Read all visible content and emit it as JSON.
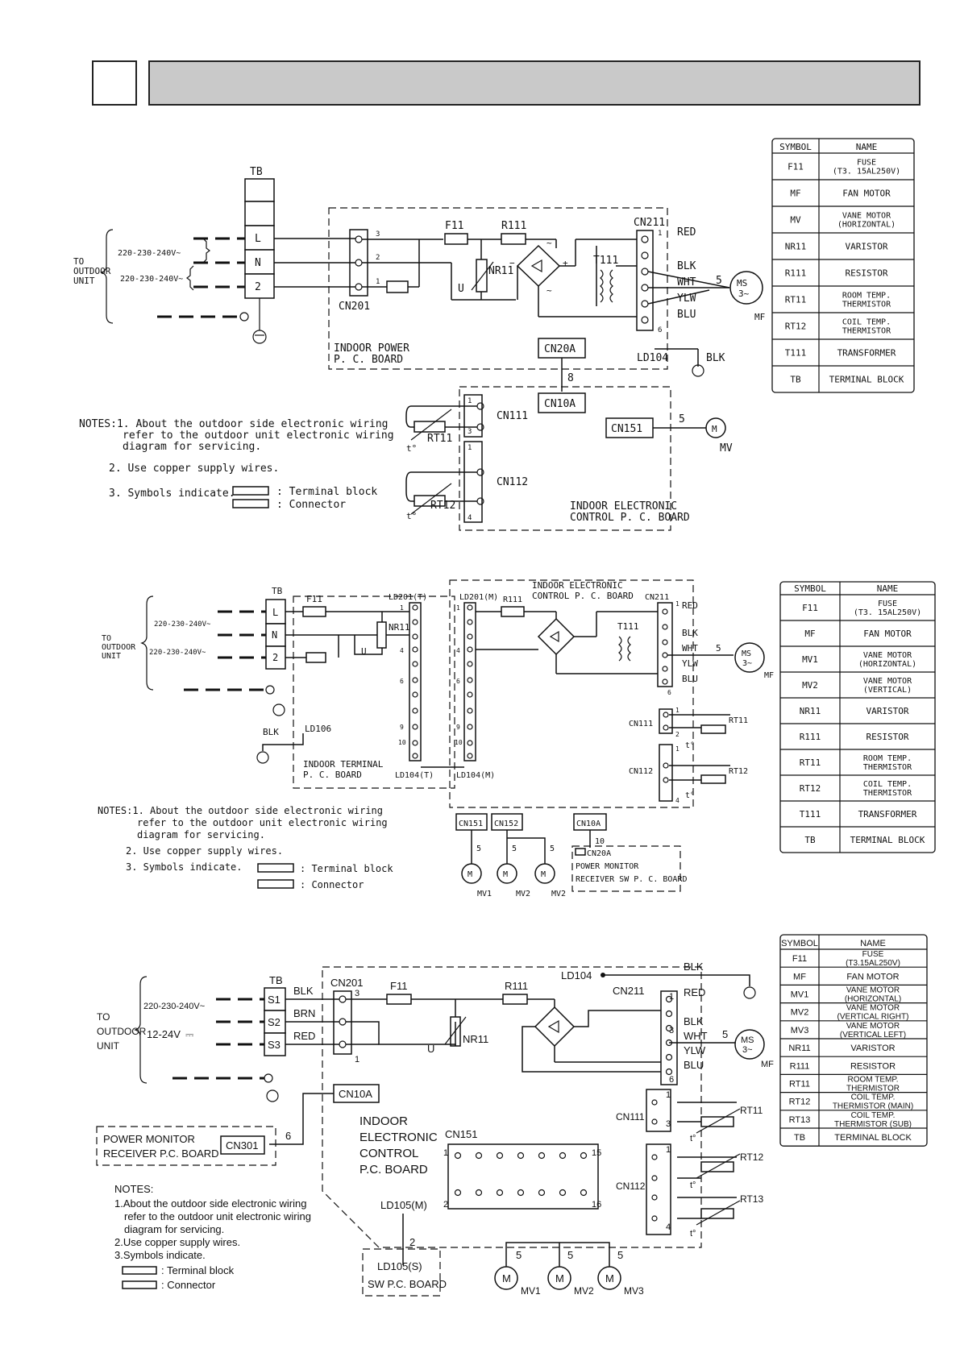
{
  "header": {
    "section_number": "",
    "title": ""
  },
  "diagram1": {
    "tb_label": "TB",
    "terminals": [
      "L",
      "N",
      "2"
    ],
    "to_outdoor_unit": [
      "TO",
      "OUTDOOR",
      "UNIT"
    ],
    "voltage_1": "220-230-240V~",
    "voltage_2": "220-230-240V~",
    "cn201": "CN201",
    "cn201_pins": [
      "3",
      "2",
      "1"
    ],
    "f11": "F11",
    "r111": "R111",
    "nr11": "NR11",
    "u": "U",
    "t111": "T111",
    "cn211": "CN211",
    "cn211_pins": [
      "1",
      "6"
    ],
    "wire_colors": [
      "RED",
      "BLK",
      "WHT",
      "YLW",
      "BLU"
    ],
    "five": "5",
    "ms": [
      "MS",
      "3~"
    ],
    "mf": "MF",
    "board_power": [
      "INDOOR POWER",
      "P. C. BOARD"
    ],
    "cn20a": "CN20A",
    "eight": "8",
    "ld104": "LD104",
    "blk": "BLK",
    "cn10a": "CN10A",
    "cn111": "CN111",
    "cn111_pins": [
      "1",
      "3"
    ],
    "rt11": "RT11",
    "t_deg": "t°",
    "cn151": "CN151",
    "m": "M",
    "mv": "MV",
    "cn112": "CN112",
    "cn112_pins": [
      "1",
      "4"
    ],
    "rt12": "RT12",
    "board_control": [
      "INDOOR ELECTRONIC",
      "CONTROL P. C. BOARD"
    ],
    "notes": [
      "NOTES:1. About the outdoor side electronic wiring",
      "refer to the outdoor unit electronic wiring",
      "diagram for servicing.",
      "2. Use copper supply wires.",
      "3. Symbols indicate."
    ],
    "legend": [
      ": Terminal block",
      ": Connector"
    ],
    "table": {
      "headers": [
        "SYMBOL",
        "NAME"
      ],
      "rows": [
        {
          "symbol": "F11",
          "name": [
            "FUSE",
            "(T3. 15AL250V)"
          ]
        },
        {
          "symbol": "MF",
          "name": [
            "FAN MOTOR"
          ]
        },
        {
          "symbol": "MV",
          "name": [
            "VANE MOTOR",
            "(HORIZONTAL)"
          ]
        },
        {
          "symbol": "NR11",
          "name": [
            "VARISTOR"
          ]
        },
        {
          "symbol": "R111",
          "name": [
            "RESISTOR"
          ]
        },
        {
          "symbol": "RT11",
          "name": [
            "ROOM TEMP.",
            "THERMISTOR"
          ]
        },
        {
          "symbol": "RT12",
          "name": [
            "COIL TEMP.",
            "THERMISTOR"
          ]
        },
        {
          "symbol": "T111",
          "name": [
            "TRANSFORMER"
          ]
        },
        {
          "symbol": "TB",
          "name": [
            "TERMINAL BLOCK"
          ]
        }
      ]
    }
  },
  "diagram2": {
    "tb_label": "TB",
    "terminals": [
      "L",
      "N",
      "2"
    ],
    "to_outdoor_unit": [
      "TO",
      "OUTDOOR",
      "UNIT"
    ],
    "voltage_1": "220-230-240V~",
    "voltage_2": "220-230-240V~",
    "f11": "F11",
    "nr11": "NR11",
    "u": "U",
    "ld201t": "LD201(T)",
    "ld201m": "LD201(M)",
    "r111": "R111",
    "board_control": [
      "INDOOR ELECTRONIC",
      "CONTROL P. C. BOARD"
    ],
    "cn211": "CN211",
    "t111": "T111",
    "pin_labels": [
      "1",
      "4",
      "6",
      "9",
      "10"
    ],
    "wire_colors": [
      "RED",
      "BLK",
      "WHT",
      "YLW",
      "BLU"
    ],
    "five": "5",
    "ms": [
      "MS",
      "3~"
    ],
    "mf": "MF",
    "cn211_pins": [
      "1",
      "6"
    ],
    "cn111": "CN111",
    "cn111_pins": [
      "1",
      "2"
    ],
    "rt11": "RT11",
    "cn112": "CN112",
    "cn112_pins": [
      "1",
      "4"
    ],
    "rt12": "RT12",
    "t_deg": "t°",
    "blk": "BLK",
    "ld106": "LD106",
    "board_terminal": [
      "INDOOR TERMINAL",
      "P. C. BOARD"
    ],
    "ld104t": "LD104(T)",
    "ld104m": "LD104(M)",
    "connectors": [
      "CN151",
      "CN152",
      "CN10A"
    ],
    "fives": [
      "5",
      "5",
      "5"
    ],
    "ten": "10",
    "m": "M",
    "motors": [
      "MV1",
      "MV2",
      "MV2"
    ],
    "cn20a": "CN20A",
    "receiver_board": [
      "POWER MONITOR",
      "RECEIVER SW P. C. BOARD"
    ],
    "notes": [
      "NOTES:1. About the outdoor side electronic wiring",
      "refer to the outdoor unit electronic wiring",
      "diagram for servicing.",
      "2. Use copper supply wires.",
      "3. Symbols indicate."
    ],
    "legend": [
      ": Terminal block",
      ": Connector"
    ],
    "table": {
      "headers": [
        "SYMBOL",
        "NAME"
      ],
      "rows": [
        {
          "symbol": "F11",
          "name": [
            "FUSE",
            "(T3. 15AL250V)"
          ]
        },
        {
          "symbol": "MF",
          "name": [
            "FAN MOTOR"
          ]
        },
        {
          "symbol": "MV1",
          "name": [
            "VANE MOTOR",
            "(HORIZONTAL)"
          ]
        },
        {
          "symbol": "MV2",
          "name": [
            "VANE MOTOR",
            "(VERTICAL)"
          ]
        },
        {
          "symbol": "NR11",
          "name": [
            "VARISTOR"
          ]
        },
        {
          "symbol": "R111",
          "name": [
            "RESISTOR"
          ]
        },
        {
          "symbol": "RT11",
          "name": [
            "ROOM TEMP.",
            "THERMISTOR"
          ]
        },
        {
          "symbol": "RT12",
          "name": [
            "COIL TEMP.",
            "THERMISTOR"
          ]
        },
        {
          "symbol": "T111",
          "name": [
            "TRANSFORMER"
          ]
        },
        {
          "symbol": "TB",
          "name": [
            "TERMINAL BLOCK"
          ]
        }
      ]
    }
  },
  "diagram3": {
    "tb_label": "TB",
    "terminals": [
      "S1",
      "S2",
      "S3"
    ],
    "terminal_wires": [
      "BLK",
      "BRN",
      "RED"
    ],
    "to_outdoor_unit": [
      "TO",
      "OUTDOOR",
      "UNIT"
    ],
    "voltage_ac": "220-230-240V~",
    "voltage_dc": "12-24V",
    "dc_symbol": "⎓",
    "cn201": "CN201",
    "cn201_pins": [
      "3",
      "1"
    ],
    "f11": "F11",
    "r111": "R111",
    "nr11": "NR11",
    "u": "U",
    "ld104": "LD104",
    "blk": "BLK",
    "cn211": "CN211",
    "cn211_pins": [
      "1",
      "3",
      "6"
    ],
    "wire_colors": [
      "RED",
      "BLK",
      "WHT",
      "YLW",
      "BLU"
    ],
    "five": "5",
    "ms": [
      "MS",
      "3~"
    ],
    "mf": "MF",
    "cn10a": "CN10A",
    "six": "6",
    "cn301": "CN301",
    "receiver_board": [
      "POWER MONITOR",
      "RECEIVER P.C. BOARD"
    ],
    "board_control": [
      "INDOOR",
      "ELECTRONIC",
      "CONTROL",
      "P.C. BOARD"
    ],
    "cn151": "CN151",
    "cn151_pins": [
      "1",
      "15",
      "2",
      "16"
    ],
    "cn111": "CN111",
    "cn111_pins": [
      "1",
      "3"
    ],
    "rt11": "RT11",
    "cn112": "CN112",
    "cn112_pins": [
      "1",
      "4"
    ],
    "rt12": "RT12",
    "rt13": "RT13",
    "t_deg": "t°",
    "ld105m": "LD105(M)",
    "two": "2",
    "ld105s": "LD105(S)",
    "sw_board": "SW P.C. BOARD",
    "fives": [
      "5",
      "5",
      "5"
    ],
    "m": "M",
    "motors": [
      "MV1",
      "MV2",
      "MV3"
    ],
    "notes": [
      "NOTES:",
      "1.About the outdoor side electronic wiring",
      "refer to the outdoor unit electronic wiring",
      "diagram for servicing.",
      "2.Use copper supply wires.",
      "3.Symbols indicate."
    ],
    "legend": [
      ": Terminal block",
      ": Connector"
    ],
    "table": {
      "headers": [
        "SYMBOL",
        "NAME"
      ],
      "rows": [
        {
          "symbol": "F11",
          "name": [
            "FUSE",
            "(T3.15AL250V)"
          ]
        },
        {
          "symbol": "MF",
          "name": [
            "FAN MOTOR"
          ]
        },
        {
          "symbol": "MV1",
          "name": [
            "VANE MOTOR",
            "(HORIZONTAL)"
          ]
        },
        {
          "symbol": "MV2",
          "name": [
            "VANE MOTOR",
            "(VERTICAL RIGHT)"
          ]
        },
        {
          "symbol": "MV3",
          "name": [
            "VANE MOTOR",
            "(VERTICAL LEFT)"
          ]
        },
        {
          "symbol": "NR11",
          "name": [
            "VARISTOR"
          ]
        },
        {
          "symbol": "R111",
          "name": [
            "RESISTOR"
          ]
        },
        {
          "symbol": "RT11",
          "name": [
            "ROOM TEMP.",
            "THERMISTOR"
          ]
        },
        {
          "symbol": "RT12",
          "name": [
            "COIL TEMP.",
            "THERMISTOR (MAIN)"
          ]
        },
        {
          "symbol": "RT13",
          "name": [
            "COIL TEMP.",
            "THERMISTOR (SUB)"
          ]
        },
        {
          "symbol": "TB",
          "name": [
            "TERMINAL BLOCK"
          ]
        }
      ]
    }
  }
}
